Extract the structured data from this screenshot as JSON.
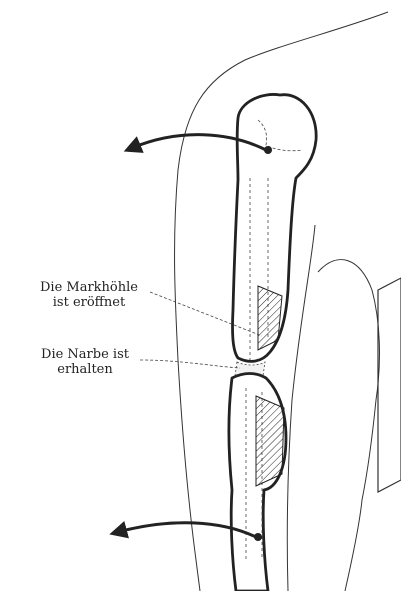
{
  "labels": {
    "medullary_cavity": {
      "line1": "Die Markhöhle",
      "line2": "ist eröffnet"
    },
    "scar": {
      "line1": "Die Narbe ist",
      "line2": "erhalten"
    }
  },
  "colors": {
    "ink": "#222222",
    "paper": "#ffffff"
  }
}
